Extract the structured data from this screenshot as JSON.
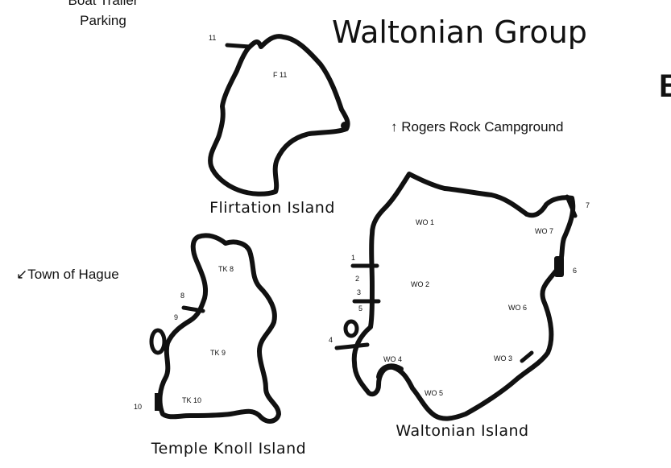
{
  "title": "Waltonian Group",
  "title_partial_glyph": "B",
  "labels": {
    "boat_trailer_line1": "Boat Trailer",
    "boat_trailer_line2": "Parking",
    "rogers_rock": "↑ Rogers Rock Campground",
    "town_of_hague": "↙Town of Hague"
  },
  "islands": {
    "flirtation": {
      "name": "Flirtation Island",
      "sites": [
        "F 11"
      ],
      "docks": [
        "11"
      ]
    },
    "temple_knoll": {
      "name": "Temple Knoll Island",
      "sites": [
        "TK 8",
        "TK 9",
        "TK 10"
      ],
      "docks": [
        "8",
        "9",
        "10"
      ]
    },
    "waltonian": {
      "name": "Waltonian Island",
      "sites": [
        "WO 1",
        "WO 2",
        "WO 3",
        "WO 4",
        "WO 5",
        "WO 6",
        "WO 7"
      ],
      "docks": [
        "1",
        "2",
        "3",
        "4",
        "5",
        "6",
        "7"
      ]
    }
  },
  "colors": {
    "outline": "#111111",
    "water": "#ffffff"
  }
}
